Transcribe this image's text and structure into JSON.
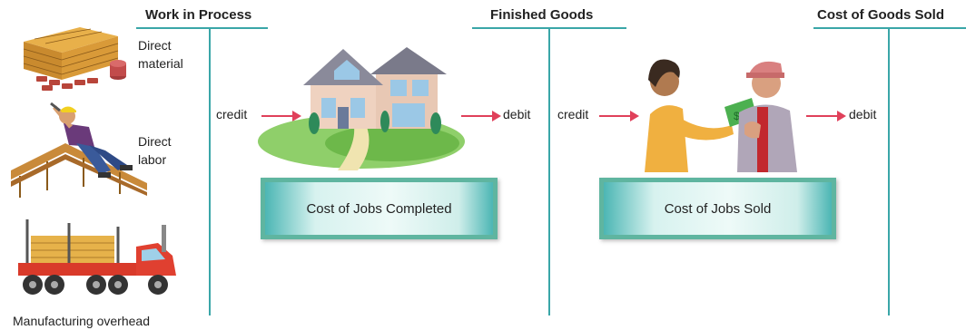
{
  "accounts": {
    "wip": "Work in Process",
    "fg": "Finished Goods",
    "cogs": "Cost of Goods Sold"
  },
  "inputs": {
    "material": [
      "Direct",
      "material"
    ],
    "labor": [
      "Direct",
      "labor"
    ],
    "overhead": "Manufacturing overhead"
  },
  "flows": {
    "wip_credit": "credit",
    "fg_debit": "debit",
    "fg_credit": "credit",
    "cogs_debit": "debit"
  },
  "boxes": {
    "completed": "Cost of Jobs Completed",
    "sold": "Cost of Jobs Sold"
  },
  "colors": {
    "t_account": "#3aa6a8",
    "arrow": "#e0405a",
    "box_border": "#5fb5a0"
  }
}
